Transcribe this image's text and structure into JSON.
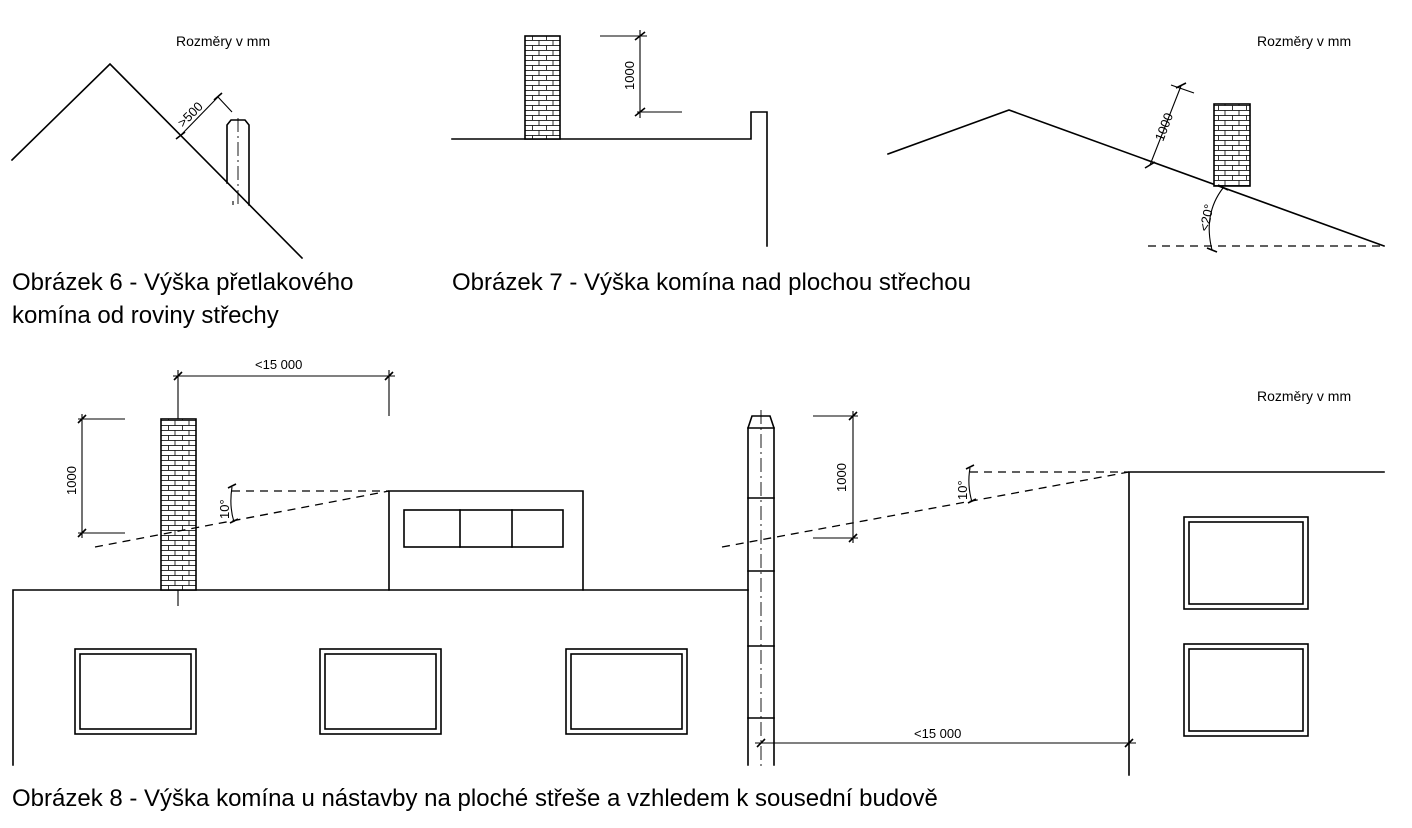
{
  "units_label": "Rozměry v mm",
  "fig6": {
    "caption_line1": "Obrázek 6 - Výška přetlakového",
    "caption_line2": "komína od roviny střechy",
    "dimension": ">500"
  },
  "fig7": {
    "caption": "Obrázek 7 - Výška komína nad plochou střechou",
    "dimension": "1000"
  },
  "fig7b": {
    "dimension": "1000",
    "angle": "<20°"
  },
  "fig8": {
    "caption": "Obrázek 8 - Výška komína u nástavby na ploché střeše a vzhledem k sousední budově",
    "distance_top": "<15 000",
    "height_left": "1000",
    "angle_left": "10°",
    "height_right": "1000",
    "angle_right": "10°",
    "distance_bottom": "<15 000"
  }
}
